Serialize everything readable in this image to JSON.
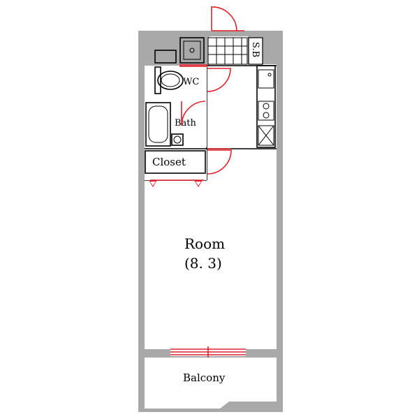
{
  "rooms": {
    "room_name": "Room",
    "room_size": "(8. 3)",
    "wc": "WC",
    "bath": "Bath",
    "closet": "Closet",
    "sb": "S.B",
    "balcony": "Balcony"
  },
  "colors": {
    "wall": "#a9a9a9",
    "door": "#e0202a",
    "line": "#000000"
  }
}
